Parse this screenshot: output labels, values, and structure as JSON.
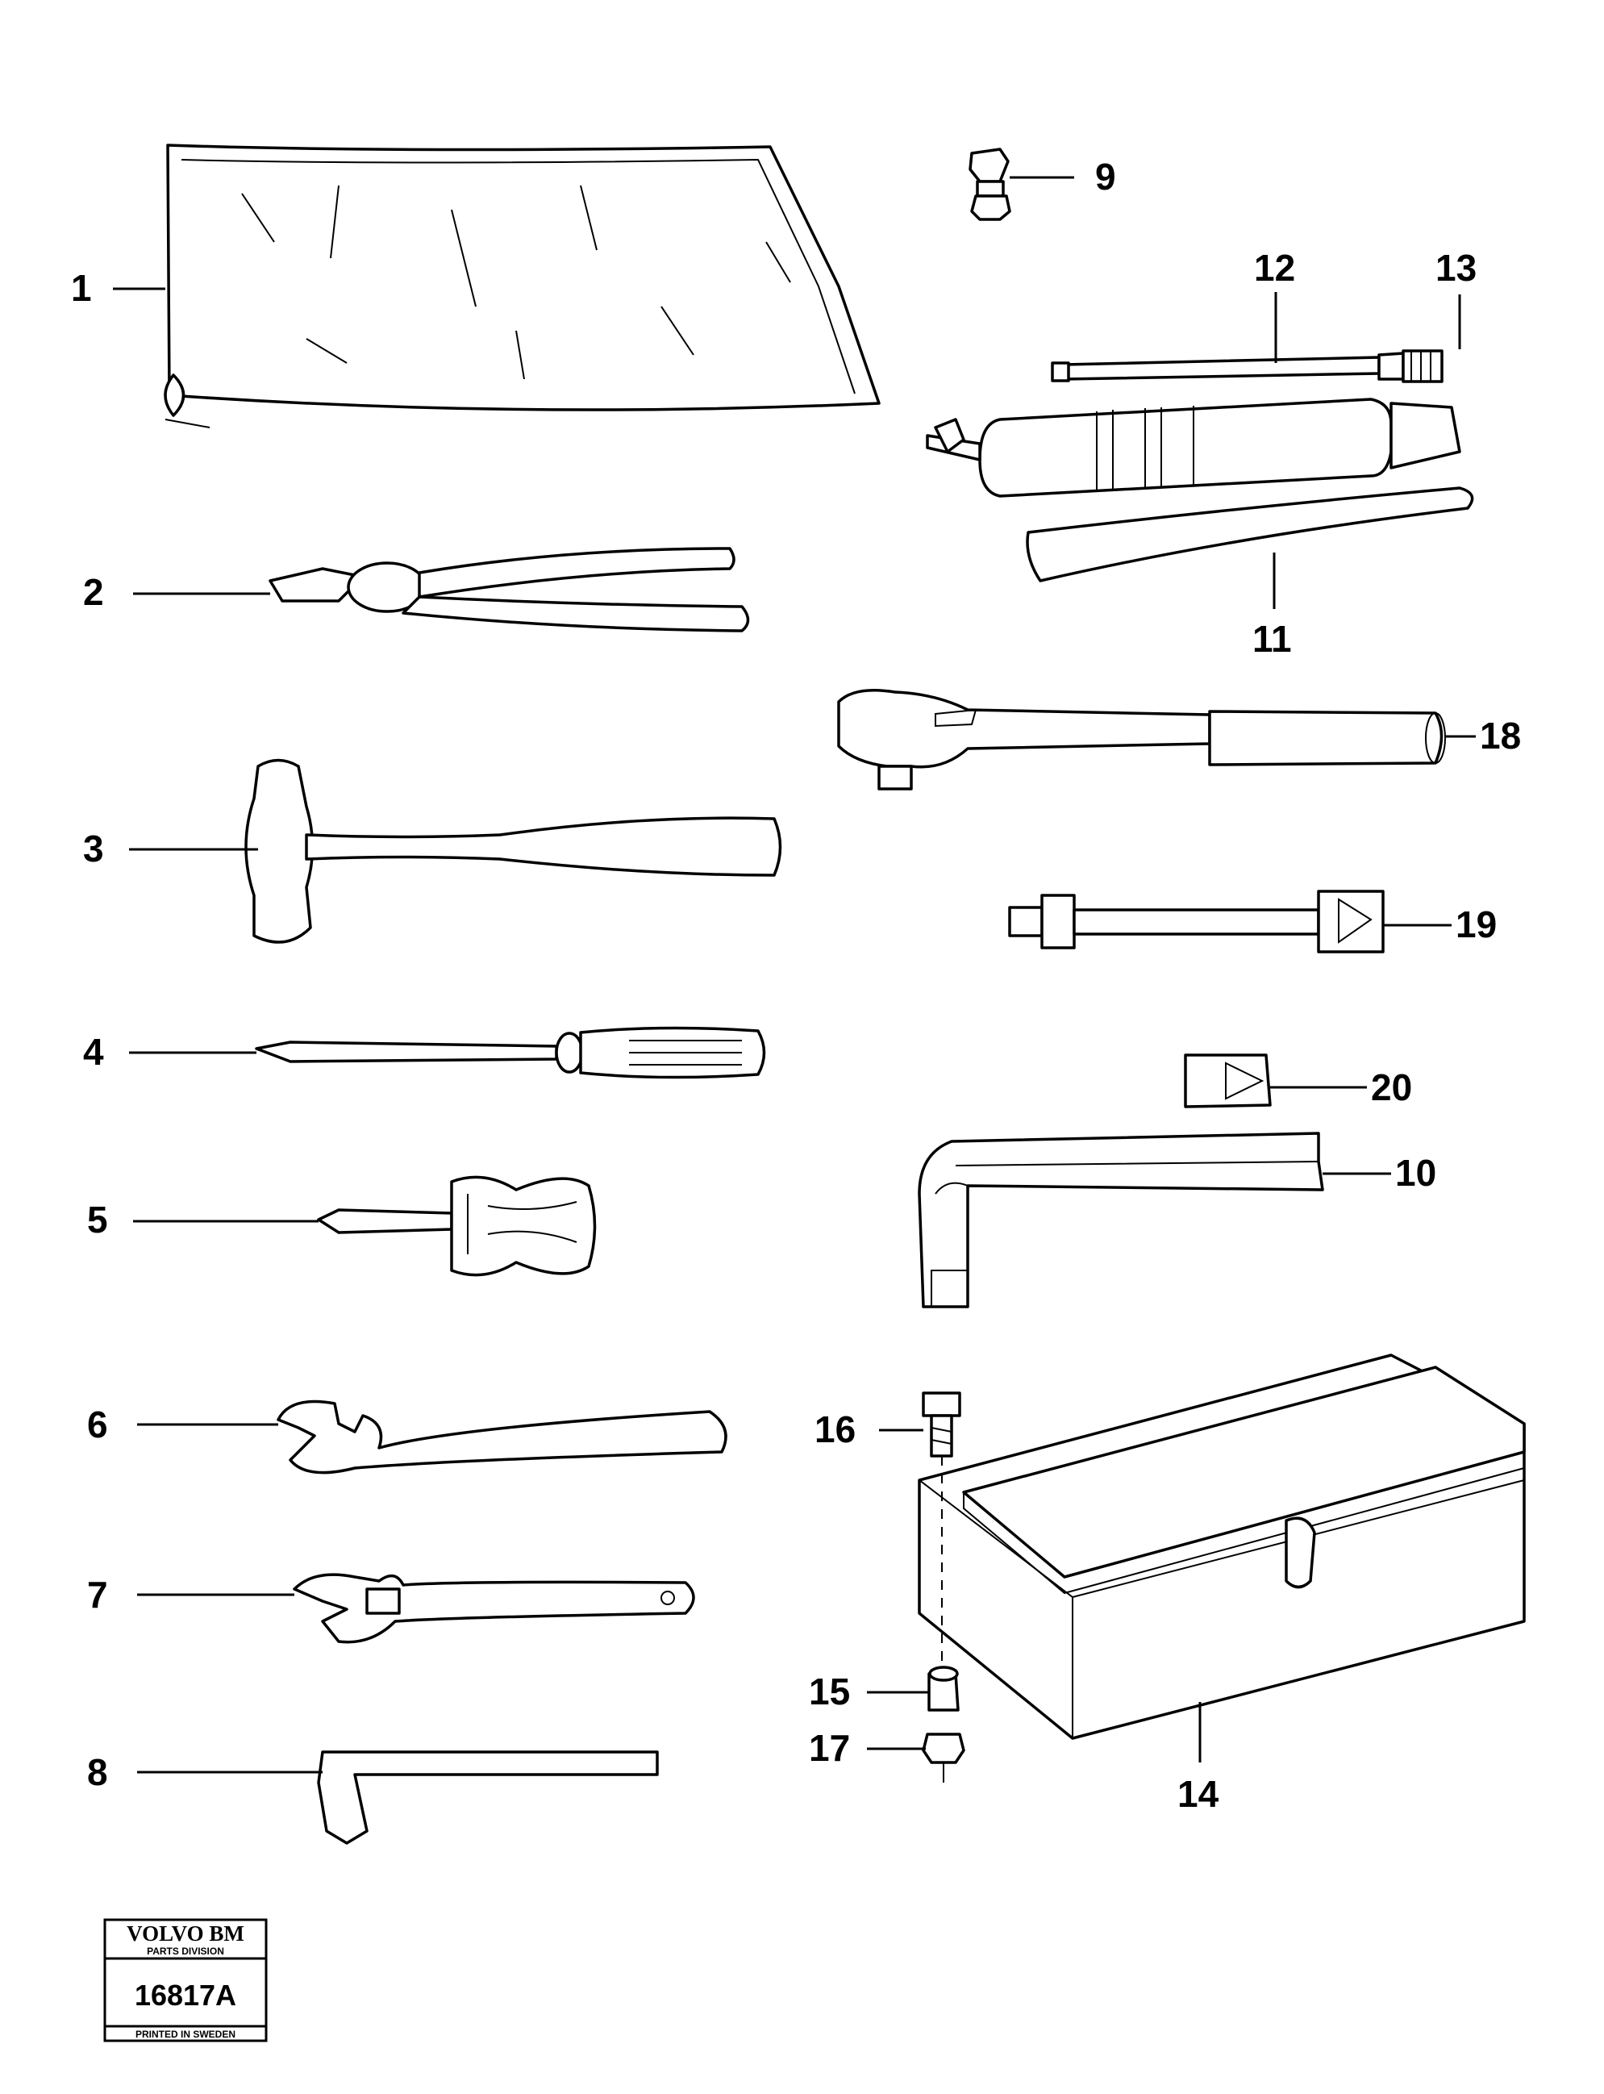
{
  "labels": {
    "p1": "1",
    "p2": "2",
    "p3": "3",
    "p4": "4",
    "p5": "5",
    "p6": "6",
    "p7": "7",
    "p8": "8",
    "p9": "9",
    "p10": "10",
    "p11": "11",
    "p12": "12",
    "p13": "13",
    "p14": "14",
    "p15": "15",
    "p16": "16",
    "p17": "17",
    "p18": "18",
    "p19": "19",
    "p20": "20"
  },
  "stamp": {
    "brand": "VOLVO BM",
    "division": "PARTS DIVISION",
    "number": "16817A",
    "printed": "PRINTED IN SWEDEN"
  }
}
